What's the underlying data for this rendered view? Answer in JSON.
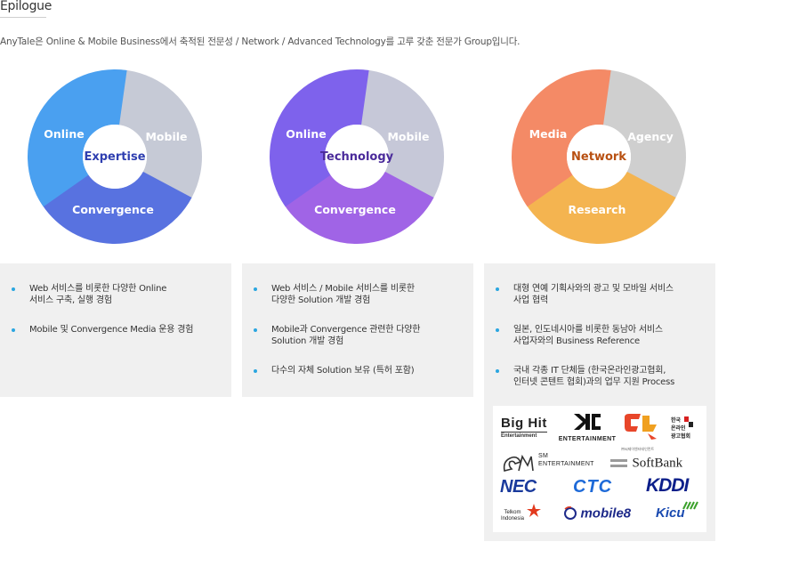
{
  "header": {
    "title": "Epilogue",
    "intro": "AnyTale은 Online & Mobile Business에서 축적된 전문성 / Network / Advanced Technology를 고루 갖춘 전문가 Group입니다."
  },
  "wheels": [
    {
      "center": "Expertise",
      "center_color": "#2f3fb0",
      "segments": [
        "Online",
        "Mobile",
        "Convergence"
      ],
      "colors": [
        "#4aa0f0",
        "#c6cad6",
        "#5872e0"
      ]
    },
    {
      "center": "Technology",
      "center_color": "#4a2a9a",
      "segments": [
        "Online",
        "Mobile",
        "Convergence"
      ],
      "colors": [
        "#7e62ec",
        "#c6c8d8",
        "#a064e6"
      ]
    },
    {
      "center": "Network",
      "center_color": "#b85012",
      "segments": [
        "Media",
        "Agency",
        "Research"
      ],
      "colors": [
        "#f48a66",
        "#cfcfcf",
        "#f4b450"
      ]
    }
  ],
  "panels": [
    {
      "items": [
        "Web 서비스를 비롯한 다양한 Online\n서비스 구축,  실행 경험",
        "Mobile 및 Convergence Media 운용 경험"
      ]
    },
    {
      "items": [
        "Web 서비스 / Mobile 서비스를 비롯한\n다양한 Solution 개발 경험",
        "Mobile과 Convergence 관련한 다양한\nSolution 개발 경험",
        "다수의 자체 Solution 보유 (특허 포함)"
      ]
    },
    {
      "items": [
        "대형 연예 기획사와의 광고 및 모바일 서비스\n사업 협력",
        "일본, 인도네시아를 비롯한 동남아 서비스\n사업자와의 Business Reference",
        "국내 각종 IT 단체들 (한국온라인광고협회,\n인터넷 콘텐트 협회)과의 업무 지원 Process"
      ]
    }
  ],
  "partner_logos": {
    "bighit": {
      "name": "Big Hit",
      "sub": "Entertainment"
    },
    "yg": {
      "sub": "ENTERTAINMENT"
    },
    "cj": {
      "sub": "㈜씨제이엔터테인먼트"
    },
    "kolaa": {
      "line1": "한국",
      "line2": "온라인",
      "line3": "광고협회"
    },
    "sm": {
      "line1": "SM",
      "line2": "ENTERTAINMENT"
    },
    "softbank": {
      "name": "SoftBank"
    },
    "nec": {
      "name": "NEC"
    },
    "ctc": {
      "name": "CTC"
    },
    "kddi": {
      "name": "KDDI"
    },
    "telkom": {
      "line1": "Telkom",
      "line2": "Indonesia"
    },
    "mobile8": {
      "name": "mobile8"
    },
    "kicu": {
      "name": "Kicu"
    }
  }
}
